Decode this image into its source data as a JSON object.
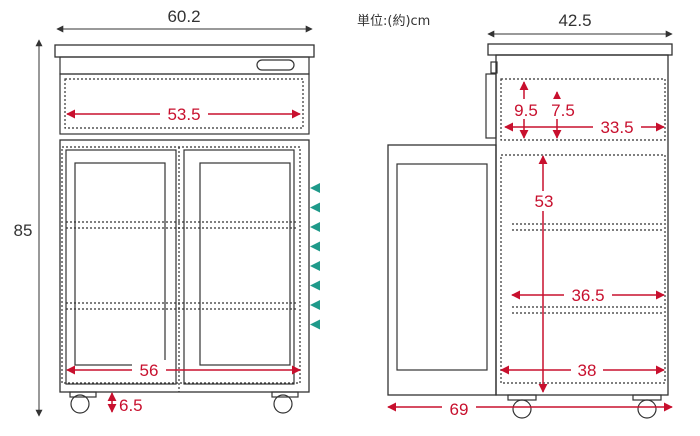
{
  "unit_label": "単位:(約)cm",
  "colors": {
    "line": "#333333",
    "red": "#c8102e",
    "teal": "#1f9a8a"
  },
  "front_view": {
    "width": "60.2",
    "height": "85",
    "drawer_inner_width": "53.5",
    "door_inner_width": "56",
    "caster_height": "6.5"
  },
  "side_view": {
    "depth": "42.5",
    "door_open_depth": "69",
    "top_height_a": "9.5",
    "top_height_b": "7.5",
    "top_inner_depth": "33.5",
    "interior_height": "53",
    "shelf_depth": "36.5",
    "bottom_inner_depth": "38"
  },
  "shelf_adjust_markers": 8
}
